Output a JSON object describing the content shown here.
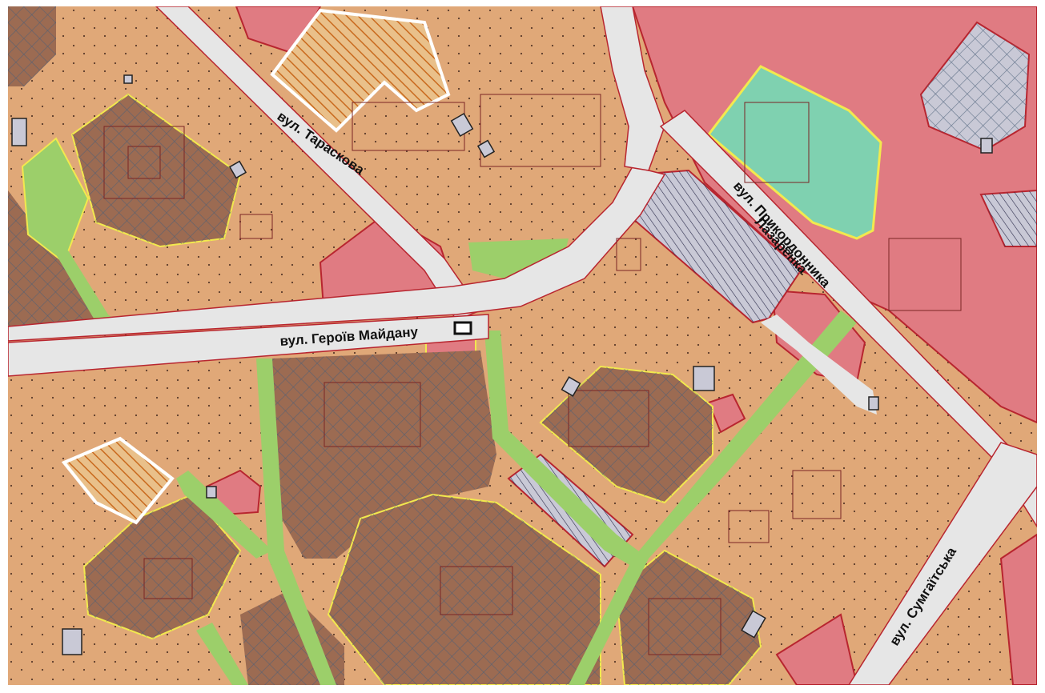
{
  "map": {
    "streets": [
      {
        "id": "taraskova",
        "name": "вул. Тараскова"
      },
      {
        "id": "heroiv-maidanu",
        "name": "вул. Героїв Майдану"
      },
      {
        "id": "prykordonnyka-line1",
        "name": "вул. Прикордонника"
      },
      {
        "id": "prykordonnyka-line2",
        "name": "Лазаренка"
      },
      {
        "id": "sumhaitska",
        "name": "вул. Сумгаїтська"
      }
    ],
    "colors": {
      "residential": "#e0a878",
      "public": "#e07b82",
      "park": "#9ccf6a",
      "school_green": "#7fd1b0",
      "industrial": "#c9c9d6",
      "dense_hatch": "#9c6b52",
      "road": "#e6e6e6",
      "boundary": "#b8252f",
      "yellow_line": "#f2e94e",
      "special_orange": "#d98a3a"
    },
    "icons": [
      "point-marker-icon"
    ]
  }
}
